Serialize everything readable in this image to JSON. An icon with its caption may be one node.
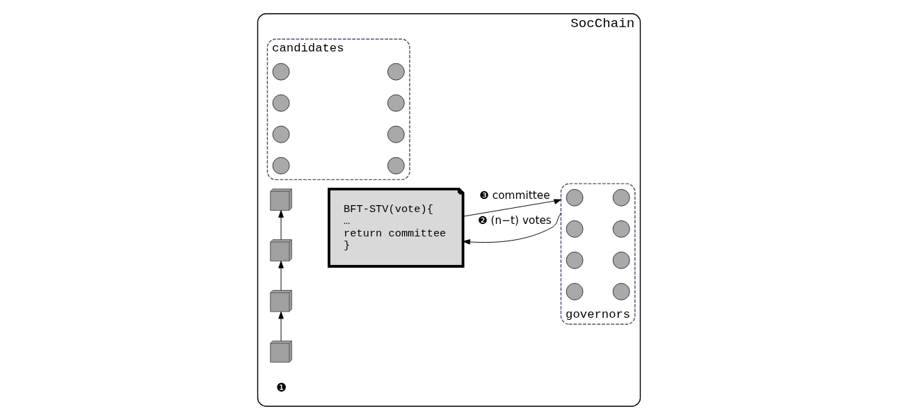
{
  "diagram": {
    "nodes": [
      {
        "text": [
          "SocChain"
        ]
      },
      {
        "text": [
          "candidates"
        ],
        "in": 0
      },
      {
        "text": [],
        "shape": "circle",
        "in": 1
      },
      {
        "text": [],
        "shape": "circle",
        "in": 1
      },
      {
        "text": [],
        "shape": "circle",
        "in": 1
      },
      {
        "text": [],
        "shape": "circle",
        "in": 1
      },
      {
        "text": [],
        "shape": "circle",
        "in": 1
      },
      {
        "text": [],
        "shape": "circle",
        "in": 1
      },
      {
        "text": [],
        "shape": "circle",
        "in": 1
      },
      {
        "text": [],
        "shape": "circle",
        "in": 1
      },
      {
        "text": [
          "governors"
        ],
        "in": 0
      },
      {
        "text": [],
        "shape": "circle",
        "in": 10
      },
      {
        "text": [],
        "shape": "circle",
        "in": 10
      },
      {
        "text": [],
        "shape": "circle",
        "in": 10
      },
      {
        "text": [],
        "shape": "circle",
        "in": 10
      },
      {
        "text": [],
        "shape": "circle",
        "in": 10
      },
      {
        "text": [],
        "shape": "circle",
        "in": 10
      },
      {
        "text": [],
        "shape": "circle",
        "in": 10
      },
      {
        "text": [],
        "shape": "circle",
        "in": 10
      },
      {
        "text": [],
        "shape": "box",
        "in": 0
      },
      {
        "text": [],
        "shape": "box",
        "in": 0
      },
      {
        "text": [],
        "shape": "box",
        "in": 0
      },
      {
        "text": [],
        "shape": "box",
        "in": 0
      },
      {
        "text": [
          "BFT-STV(vote){",
          "…",
          "return committee",
          "}"
        ],
        "in": 0
      }
    ],
    "edges": [
      {
        "from": 20,
        "to": 19,
        "arrow": "to"
      },
      {
        "from": 21,
        "to": 20,
        "arrow": "to"
      },
      {
        "from": 22,
        "to": 21,
        "arrow": "to"
      },
      {
        "from": 10,
        "to": 23,
        "arrow": "to",
        "label": "❷ (n−t) votes"
      },
      {
        "from": 23,
        "to": 10,
        "arrow": "to",
        "label": "❸ committee"
      }
    ],
    "labels": [
      "❶"
    ]
  }
}
